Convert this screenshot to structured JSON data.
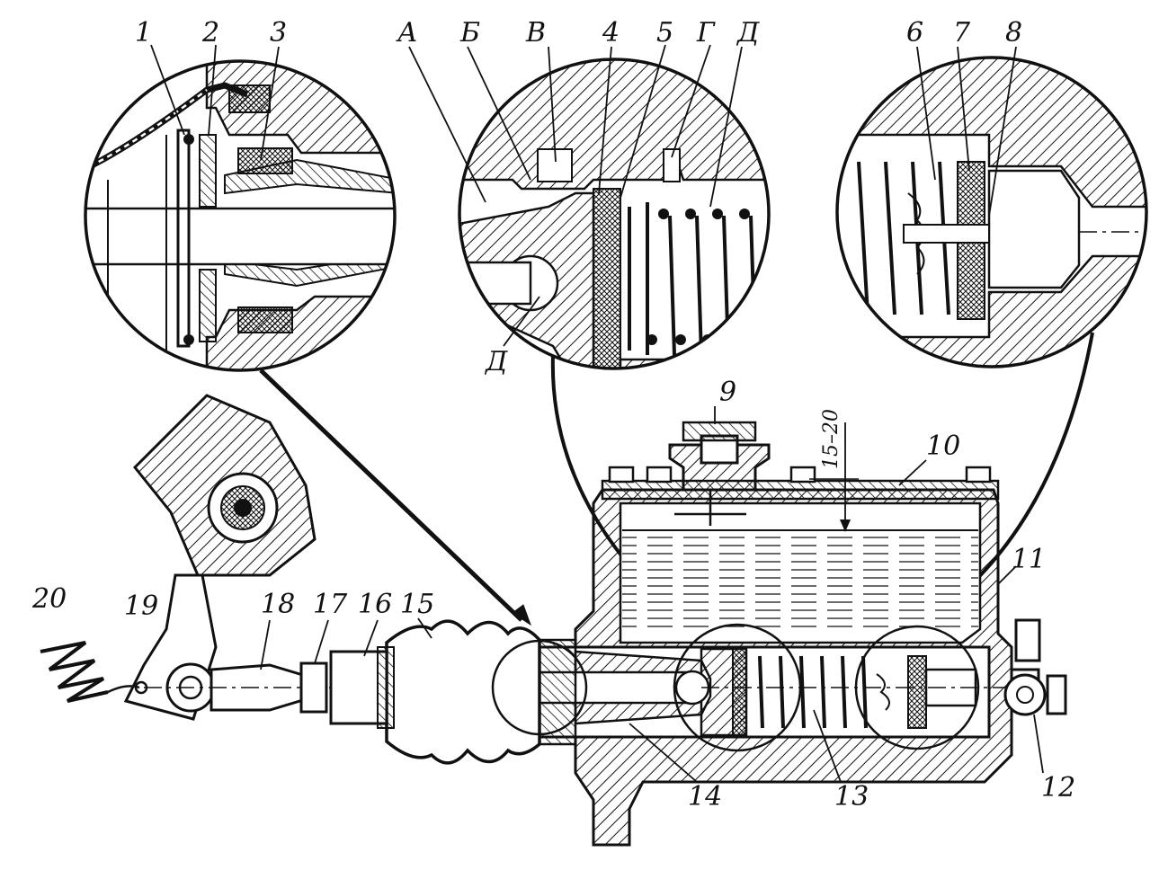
{
  "labels": {
    "n1": "1",
    "n2": "2",
    "n3": "3",
    "n4": "4",
    "n5": "5",
    "n6": "6",
    "n7": "7",
    "n8": "8",
    "n9": "9",
    "n10": "10",
    "n11": "11",
    "n12": "12",
    "n13": "13",
    "n14": "14",
    "n15": "15",
    "n16": "16",
    "n17": "17",
    "n18": "18",
    "n19": "19",
    "n20": "20",
    "A": "А",
    "B": "Б",
    "V": "В",
    "G": "Г",
    "D": "Д",
    "Dport": "Д"
  },
  "dimension": "15–20"
}
